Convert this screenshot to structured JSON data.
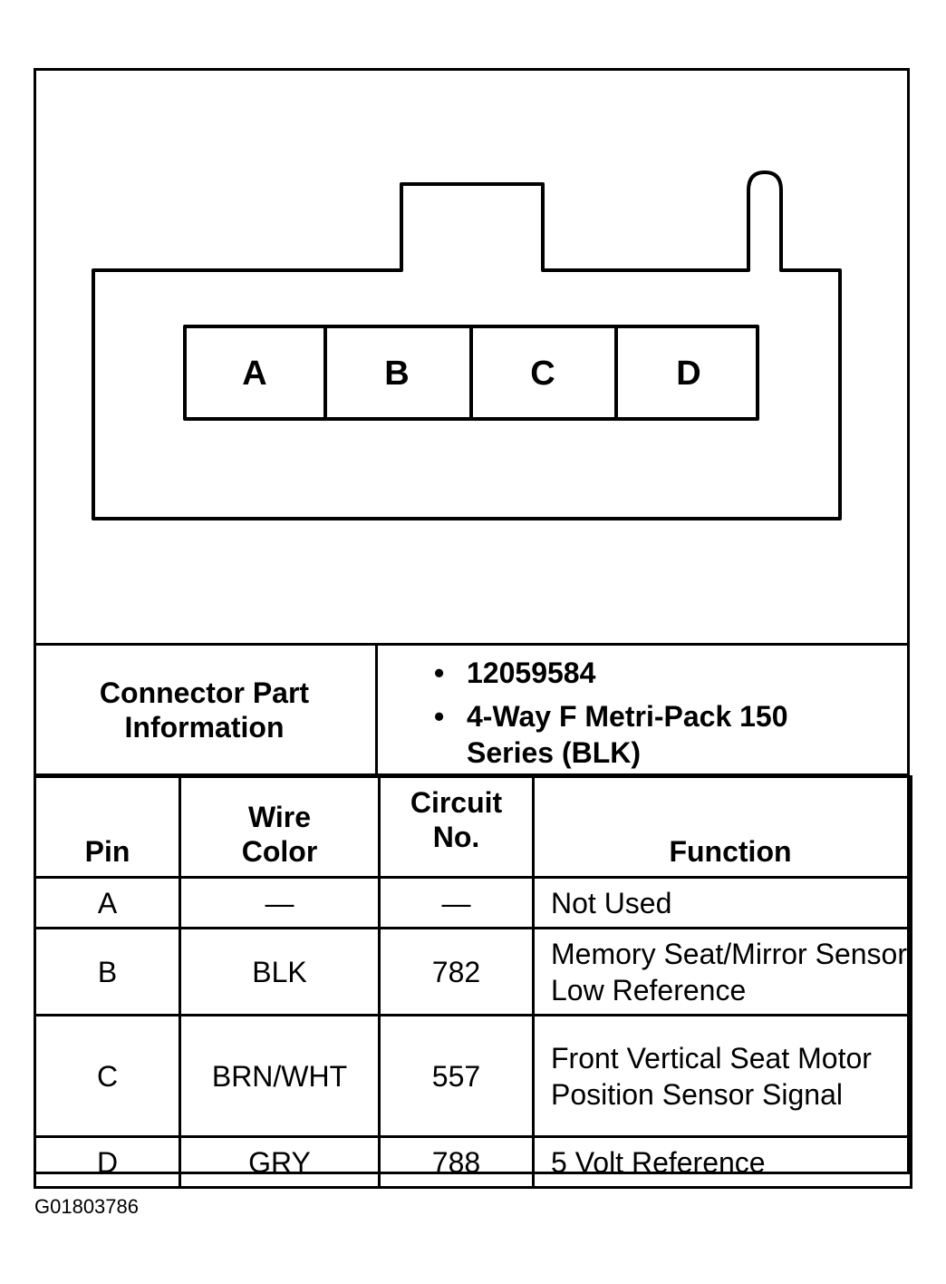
{
  "connector": {
    "cavities": [
      "A",
      "B",
      "C",
      "D"
    ]
  },
  "part_info": {
    "label": "Connector Part Information",
    "items": [
      "12059584",
      "4-Way F Metri-Pack 150 Series (BLK)"
    ]
  },
  "table": {
    "headers": {
      "pin": "Pin",
      "wire_color": "Wire Color",
      "circuit": "Circuit No.",
      "function": "Function"
    },
    "rows": [
      {
        "pin": "A",
        "wire_color": "—",
        "circuit": "—",
        "function": "Not Used"
      },
      {
        "pin": "B",
        "wire_color": "BLK",
        "circuit": "782",
        "function": "Memory Seat/Mirror Sensor Low Reference"
      },
      {
        "pin": "C",
        "wire_color": "BRN/WHT",
        "circuit": "557",
        "function": "Front Vertical Seat Motor Position Sensor Signal"
      },
      {
        "pin": "D",
        "wire_color": "GRY",
        "circuit": "788",
        "function": "5 Volt Reference"
      }
    ]
  },
  "figure_id": "G01803786"
}
